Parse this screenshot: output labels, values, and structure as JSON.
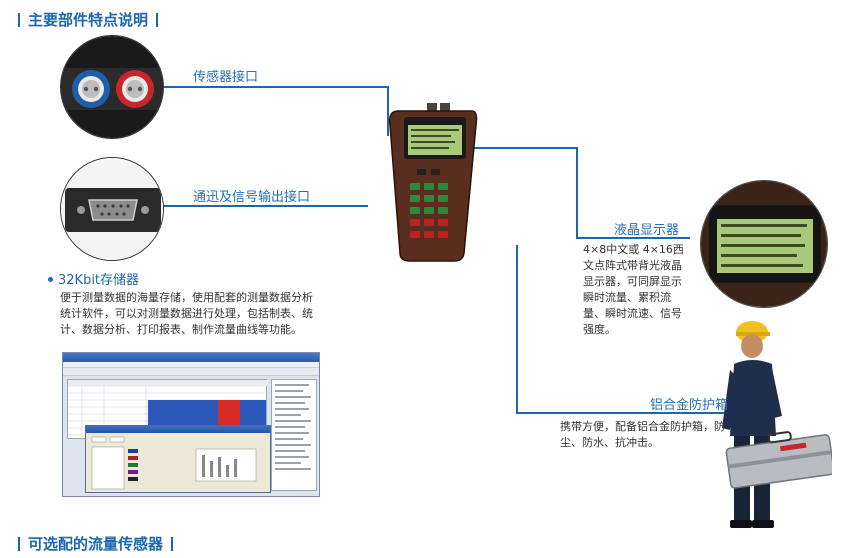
{
  "sections": {
    "main_features": "主要部件特点说明",
    "optional_sensors": "可选配的流量传感器"
  },
  "callouts": {
    "sensor_port": {
      "label": "传感器接口"
    },
    "comm_port": {
      "label": "通迅及信号输出接口"
    },
    "storage": {
      "label": "32Kbit存储器",
      "description": "便于测量数据的海量存储，使用配套的测量数据分析统计软件，可以对测量数据进行处理，包括制表、统计、数据分析、打印报表、制作流量曲线等功能。"
    },
    "lcd": {
      "label": "液晶显示器",
      "description": "4×8中文或 4×16西文点阵式带背光液晶显示器，可同屏显示瞬时流量、累积流量、瞬时流速、信号强度。"
    },
    "case": {
      "label": "铝合金防护箱",
      "description": "携带方便，配备铝合金防护箱，防尘、防水、抗冲击。"
    }
  },
  "colors": {
    "accent": "#1b67b0",
    "label_blue": "#2a6fb5",
    "red_connector": "#c8262b",
    "blue_connector": "#1f5fa8",
    "device_body": "#5a2e1e",
    "lcd_green": "#a9c97a"
  },
  "icons": {
    "sensor_port": "dual-connector-icon",
    "comm_port": "db9-port-icon",
    "device": "flowmeter-icon",
    "lcd": "lcd-screen-icon",
    "person": "worker-with-case-icon"
  }
}
